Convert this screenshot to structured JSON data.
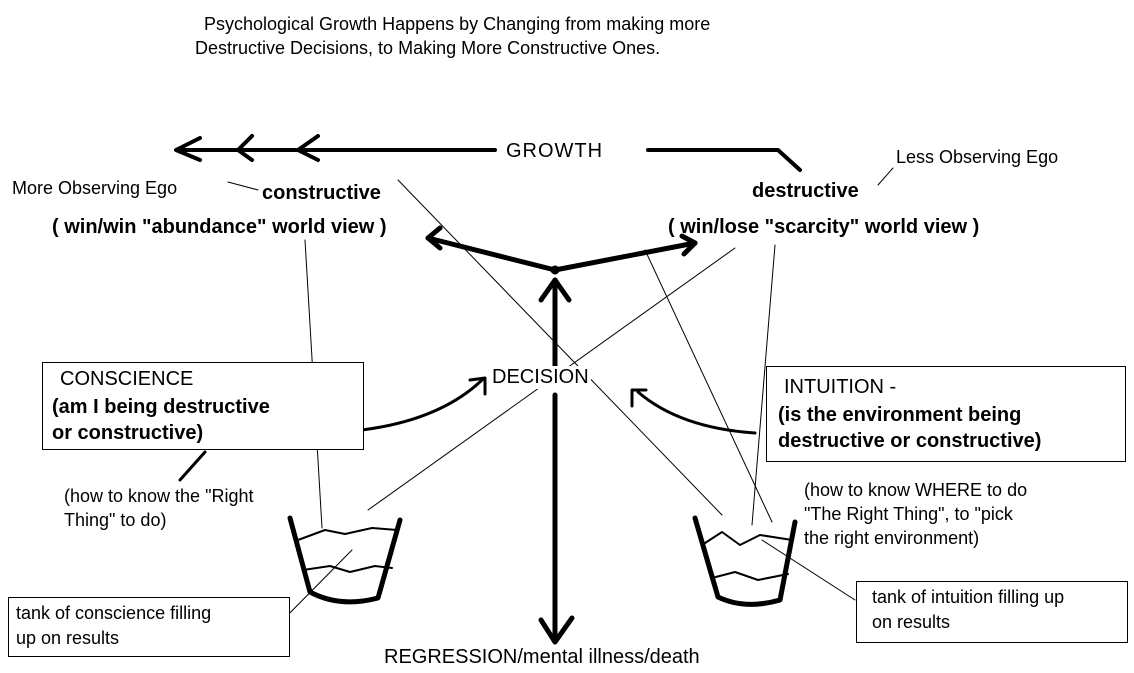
{
  "title": {
    "line1": "Psychological Growth Happens by Changing from making more",
    "line2": "Destructive Decisions, to Making More Constructive Ones."
  },
  "growth_label": "GROWTH",
  "more_observing_ego": "More Observing Ego",
  "less_observing_ego": "Less Observing Ego",
  "constructive": {
    "label": "constructive",
    "world_view": "( win/win \"abundance\" world view )"
  },
  "destructive": {
    "label": "destructive",
    "world_view": "( win/lose  \"scarcity\" world view )"
  },
  "decision_label": "DECISION",
  "conscience": {
    "title": "CONSCIENCE",
    "line1": "(am I being destructive",
    "line2": "or constructive)",
    "note_line1": "(how to know the \"Right",
    "note_line2": "Thing\" to do)",
    "tank_line1": "tank of conscience filling",
    "tank_line2": "up on results"
  },
  "intuition": {
    "title": "INTUITION -",
    "line1": "(is the environment being",
    "line2": "destructive or constructive)",
    "note_line1": "(how to know WHERE to do",
    "note_line2": "\"The Right Thing\", to \"pick",
    "note_line3": "the right environment)",
    "tank_line1": "tank of intuition filling up",
    "tank_line2": "on results"
  },
  "regression_label": "REGRESSION/mental illness/death"
}
